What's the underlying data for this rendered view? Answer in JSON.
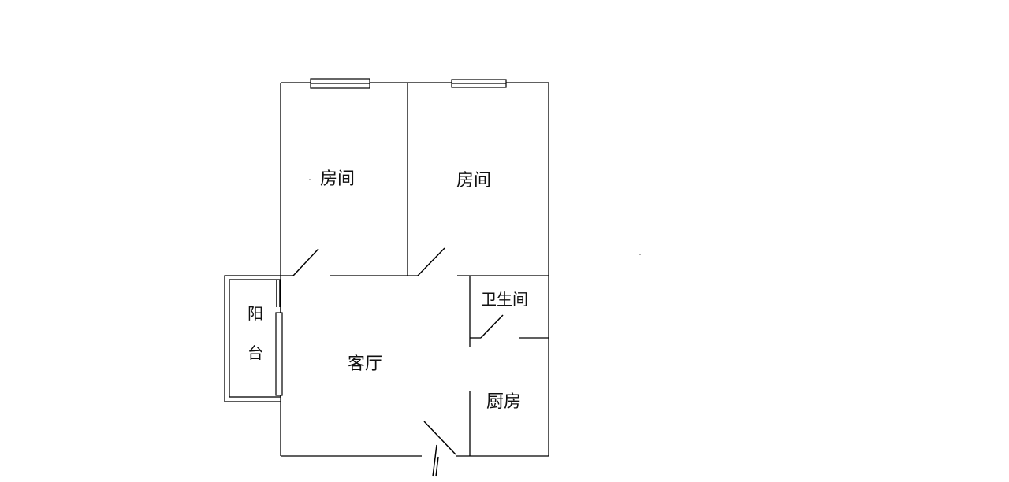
{
  "rooms": {
    "bedroom_left": "房间",
    "bedroom_right": "房间",
    "bathroom": "卫生间",
    "living_room": "客厅",
    "kitchen": "厨房",
    "balcony_char_1": "阳",
    "balcony_char_2": "台"
  }
}
